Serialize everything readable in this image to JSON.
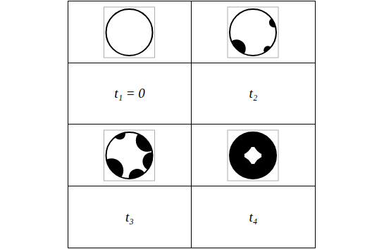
{
  "diagram": {
    "labels": [
      "t₁ = 0",
      "t₂",
      "t₃",
      "t₄"
    ]
  }
}
